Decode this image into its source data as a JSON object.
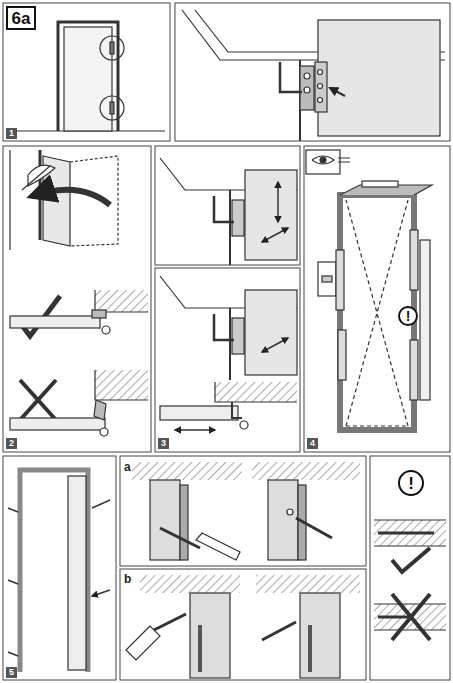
{
  "diagram": {
    "nodes": [
      {
        "text": [
          "6a"
        ]
      },
      {
        "text": [
          "1"
        ]
      },
      {
        "text": [
          "2"
        ]
      },
      {
        "text": [
          "3"
        ]
      },
      {
        "text": [
          "4"
        ]
      },
      {
        "text": [
          "!"
        ]
      },
      {
        "text": [
          "5"
        ]
      },
      {
        "text": [
          "!"
        ]
      }
    ],
    "labels": [
      "a",
      "b"
    ]
  }
}
